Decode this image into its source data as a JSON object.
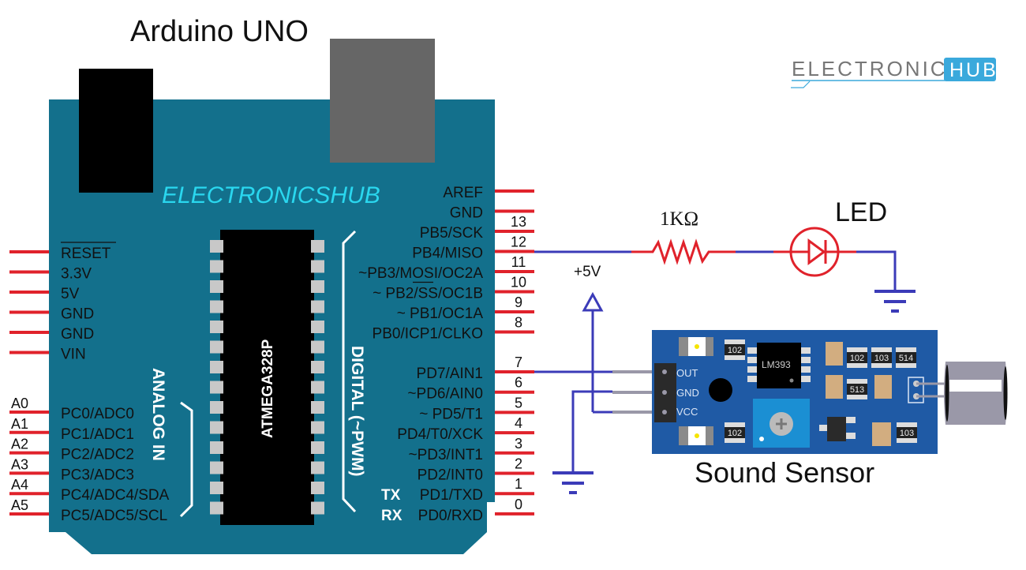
{
  "title": "Arduino UNO",
  "brand_logo": {
    "text_left": "ELECTRONICS",
    "text_right": "HUB",
    "accent": "#3aa9dc"
  },
  "board": {
    "watermark": "ELECTRONICSHUB",
    "chip_label": "ATMEGA328P",
    "digital_section_label": "DIGITAL (~PWM)",
    "analog_section_label": "ANALOG IN",
    "board_color": "#13708c",
    "power_pins": [
      {
        "label": "RESET",
        "overline": true
      },
      {
        "label": "3.3V"
      },
      {
        "label": "5V"
      },
      {
        "label": "GND"
      },
      {
        "label": "GND"
      },
      {
        "label": "VIN"
      }
    ],
    "analog_pins": [
      {
        "header": "A0",
        "label": "PC0/ADC0"
      },
      {
        "header": "A1",
        "label": "PC1/ADC1"
      },
      {
        "header": "A2",
        "label": "PC2/ADC2"
      },
      {
        "header": "A3",
        "label": "PC3/ADC3"
      },
      {
        "header": "A4",
        "label": "PC4/ADC4/SDA"
      },
      {
        "header": "A5",
        "label": "PC5/ADC5/SCL"
      }
    ],
    "digital_pins_top": [
      {
        "number": "",
        "label": "AREF"
      },
      {
        "number": "",
        "label": "GND"
      },
      {
        "number": "13",
        "label": "PB5/SCK"
      },
      {
        "number": "12",
        "label": "PB4/MISO"
      },
      {
        "number": "11",
        "label": "~PB3/MOSI/OC2A"
      },
      {
        "number": "10",
        "label": "~ PB2/SS/OC1B"
      },
      {
        "number": "9",
        "label": "~ PB1/OC1A"
      },
      {
        "number": "8",
        "label": "PB0/ICP1/CLKO"
      }
    ],
    "digital_pins_bottom": [
      {
        "number": "7",
        "label": "PD7/AIN1"
      },
      {
        "number": "6",
        "label": "~PD6/AIN0"
      },
      {
        "number": "5",
        "label": "~     PD5/T1"
      },
      {
        "number": "4",
        "label": "PD4/T0/XCK"
      },
      {
        "number": "3",
        "label": "~PD3/INT1"
      },
      {
        "number": "2",
        "label": "PD2/INT0"
      },
      {
        "number": "1",
        "label": "TX  PD1/TXD"
      },
      {
        "number": "0",
        "label": "RX  PD0/RXD"
      }
    ]
  },
  "circuit": {
    "resistor_label": "1KΩ",
    "led_label": "LED",
    "supply_label": "+5V",
    "wire_color": "#3b3bb8",
    "component_color": "#e0222b"
  },
  "sensor": {
    "title": "Sound Sensor",
    "pins": [
      "OUT",
      "GND",
      "VCC"
    ],
    "ic_label": "LM393",
    "resistors": [
      "102",
      "102",
      "103",
      "514",
      "513",
      "102",
      "103"
    ]
  }
}
